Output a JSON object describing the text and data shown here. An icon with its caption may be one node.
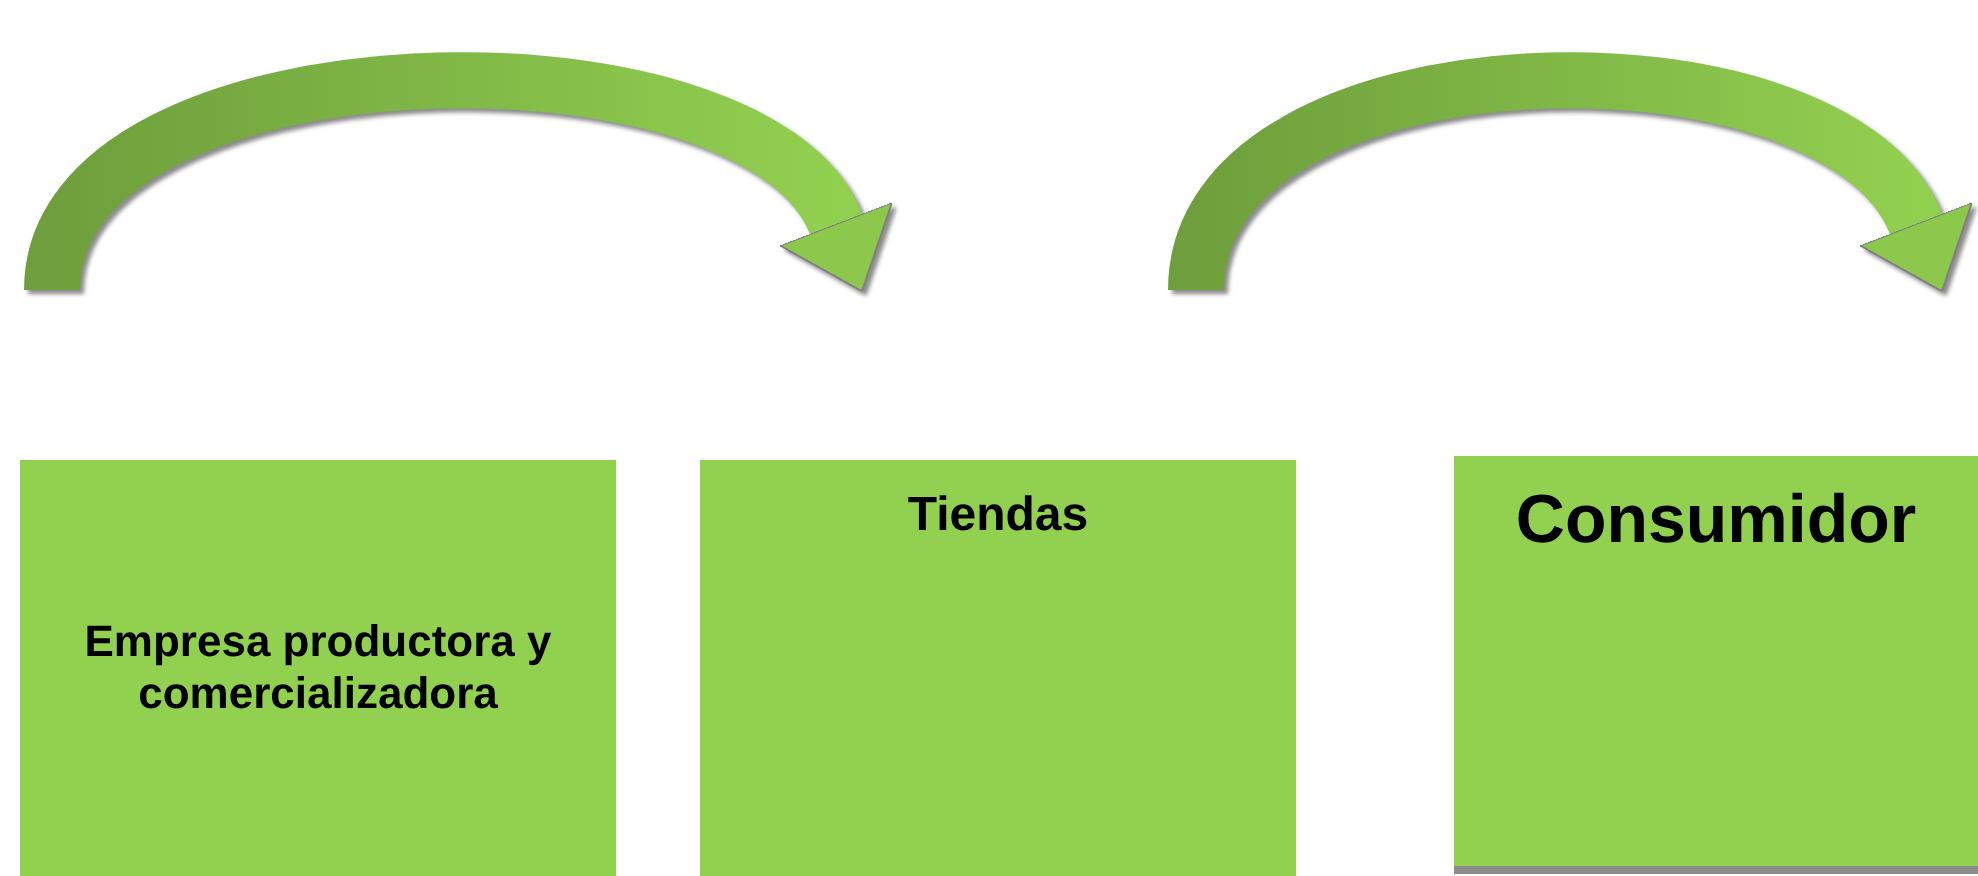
{
  "diagram": {
    "nodes": [
      {
        "text": [
          "Empresa productora y comercializadora"
        ]
      },
      {
        "text": [
          "Tiendas"
        ]
      },
      {
        "text": [
          "Consumidor"
        ]
      }
    ]
  }
}
